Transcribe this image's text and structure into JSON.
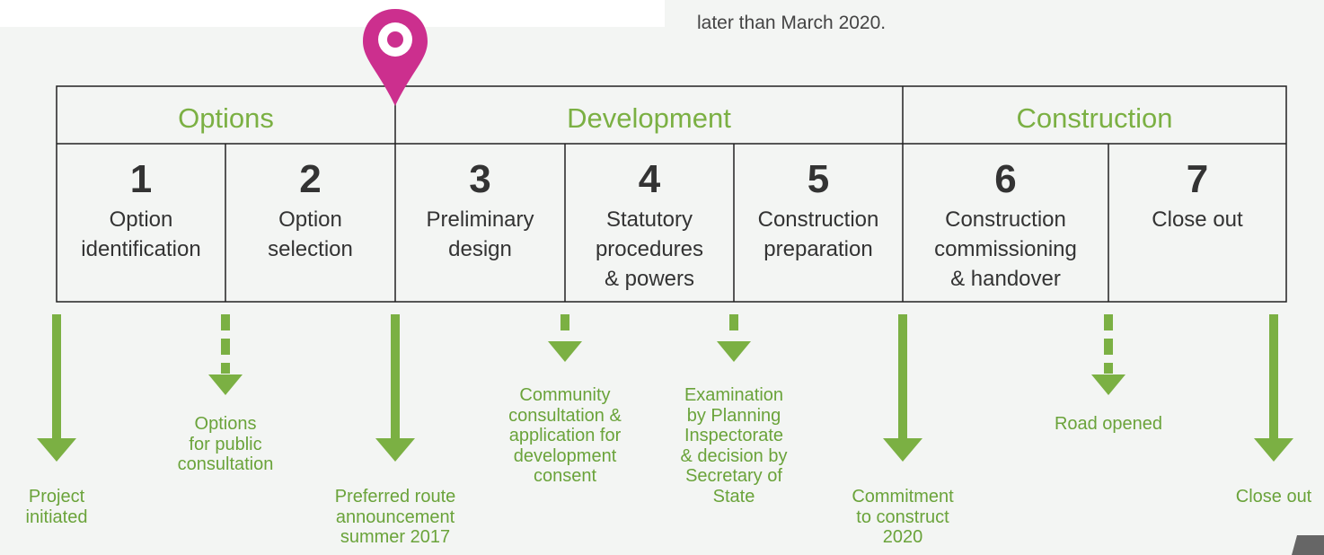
{
  "top_note": "later than March 2020.",
  "colors": {
    "accent_green": "#7bb043",
    "pin_magenta": "#cc2f8e",
    "border": "#222222",
    "text": "#333333"
  },
  "phases": [
    {
      "name": "Options"
    },
    {
      "name": "Development"
    },
    {
      "name": "Construction"
    }
  ],
  "steps": [
    {
      "num": "1",
      "label": "Option\nidentification"
    },
    {
      "num": "2",
      "label": "Option\nselection"
    },
    {
      "num": "3",
      "label": "Preliminary\ndesign"
    },
    {
      "num": "4",
      "label": "Statutory\nprocedures\n& powers"
    },
    {
      "num": "5",
      "label": "Construction\npreparation"
    },
    {
      "num": "6",
      "label": "Construction\ncommissioning\n& handover"
    },
    {
      "num": "7",
      "label": "Close out"
    }
  ],
  "milestones": [
    {
      "label": "Project\ninitiated",
      "style": "solid"
    },
    {
      "label": "Options\nfor public\nconsultation",
      "style": "dashed"
    },
    {
      "label": "Preferred route\nannouncement\nsummer 2017",
      "style": "solid"
    },
    {
      "label": "Community\nconsultation &\napplication for\ndevelopment\nconsent",
      "style": "dashed"
    },
    {
      "label": "Examination\nby Planning\nInspectorate\n& decision by\nSecretary of\nState",
      "style": "dashed"
    },
    {
      "label": "Commitment\nto construct\n2020",
      "style": "solid"
    },
    {
      "label": "Road opened",
      "style": "dashed"
    },
    {
      "label": "Close out",
      "style": "solid"
    }
  ],
  "current_position_marker": "location-pin-icon"
}
